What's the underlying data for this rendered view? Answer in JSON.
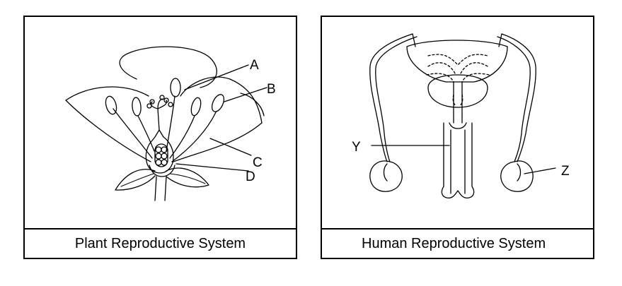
{
  "plant": {
    "caption": "Plant Reproductive System",
    "labels": {
      "a": "A",
      "b": "B",
      "c": "C",
      "d": "D"
    }
  },
  "human": {
    "caption": "Human Reproductive System",
    "labels": {
      "y": "Y",
      "z": "Z"
    }
  }
}
